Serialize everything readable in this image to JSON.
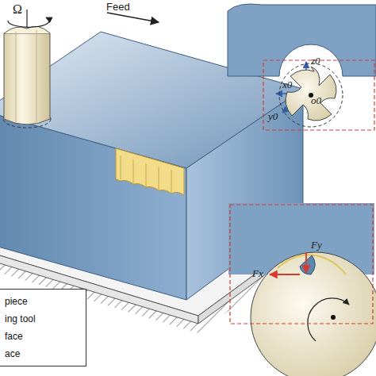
{
  "diagram": {
    "nodes": [
      {
        "text": [
          "piece",
          "ing tool",
          "face",
          "ace"
        ]
      }
    ],
    "labels": [
      "Ω",
      "Feed",
      "x0",
      "z0",
      "o0",
      "y0",
      "Fx",
      "Fy"
    ]
  }
}
